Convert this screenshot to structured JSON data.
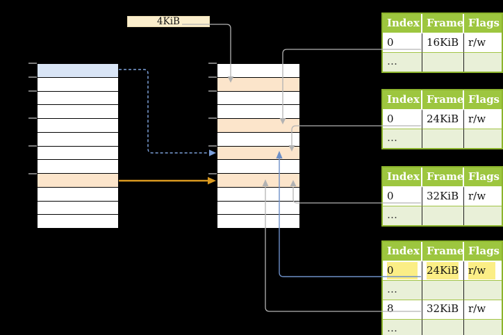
{
  "labels": {
    "page_size": "4KiB"
  },
  "memory_columns": [
    {
      "name": "virtual-memory-column",
      "rows": 12,
      "special_rows": {
        "0": "blue",
        "8": "orange"
      }
    },
    {
      "name": "physical-memory-column",
      "rows": 12,
      "special_rows": {
        "1": "orange",
        "4": "orange",
        "6": "orange",
        "8": "orange"
      }
    }
  ],
  "address_tick_boundaries": [
    0,
    1,
    2,
    4,
    6,
    8
  ],
  "page_tables": [
    {
      "name": "page-table-16k",
      "headers": [
        "Index",
        "Frame",
        "Flags"
      ],
      "rows": [
        {
          "cells": [
            "0",
            "16KiB",
            "r/w"
          ]
        },
        {
          "cells": [
            "…",
            "",
            ""
          ],
          "alt": true
        }
      ]
    },
    {
      "name": "page-table-24k",
      "headers": [
        "Index",
        "Frame",
        "Flags"
      ],
      "rows": [
        {
          "cells": [
            "0",
            "24KiB",
            "r/w"
          ]
        },
        {
          "cells": [
            "…",
            "",
            ""
          ],
          "alt": true
        }
      ]
    },
    {
      "name": "page-table-32k",
      "headers": [
        "Index",
        "Frame",
        "Flags"
      ],
      "rows": [
        {
          "cells": [
            "0",
            "32KiB",
            "r/w"
          ]
        },
        {
          "cells": [
            "…",
            "",
            ""
          ],
          "alt": true
        }
      ]
    },
    {
      "name": "page-table-mixed",
      "headers": [
        "Index",
        "Frame",
        "Flags"
      ],
      "rows": [
        {
          "cells": [
            "0",
            "24KiB",
            "r/w"
          ],
          "highlight": true
        },
        {
          "cells": [
            "…",
            "",
            ""
          ],
          "alt": true
        },
        {
          "cells": [
            "8",
            "32KiB",
            "r/w"
          ]
        },
        {
          "cells": [
            "…",
            "",
            ""
          ],
          "alt": true
        }
      ]
    }
  ],
  "connectors": [
    {
      "name": "arrow-pagesize-to-frame-4k",
      "from": "page-size-label",
      "to": "physical-frame-row-1",
      "color": "#b3b3b3",
      "style": "solid",
      "width": 1.3
    },
    {
      "name": "arrow-table16k-to-frame-16k",
      "from": "page-table-16k-entry-0",
      "to": "physical-frame-row-4",
      "color": "#b3b3b3",
      "style": "solid",
      "width": 1.3
    },
    {
      "name": "arrow-table24k-to-frame-24k",
      "from": "page-table-24k-entry-0",
      "to": "physical-frame-row-6",
      "color": "#b3b3b3",
      "style": "solid",
      "width": 1.3
    },
    {
      "name": "arrow-table32k-to-frame-32k",
      "from": "page-table-32k-entry-0",
      "to": "physical-frame-row-8",
      "color": "#b3b3b3",
      "style": "solid",
      "width": 1.3
    },
    {
      "name": "arrow-mixed0-to-frame-24k",
      "from": "page-table-mixed-entry-0",
      "to": "physical-frame-row-6",
      "color": "#6d8fc7",
      "style": "solid",
      "width": 1.4
    },
    {
      "name": "arrow-mixed8-to-frame-32k",
      "from": "page-table-mixed-entry-8",
      "to": "physical-frame-row-8",
      "color": "#b3b3b3",
      "style": "solid",
      "width": 1.3
    },
    {
      "name": "arrow-vpage0-to-frame-24k",
      "from": "virtual-page-row-0",
      "to": "physical-frame-row-6",
      "color": "#7da1db",
      "style": "dashed",
      "width": 1.5
    },
    {
      "name": "arrow-vpage8-to-frame-32k",
      "from": "virtual-page-row-8",
      "to": "physical-frame-row-8",
      "color": "#db9a20",
      "style": "solid",
      "width": 2.4
    }
  ],
  "colors": {
    "background": "#000000",
    "row_blue": "#d9e5f6",
    "row_orange": "#fce5cb",
    "label_box": "#fbeecc",
    "table_header": "#9dc63f",
    "table_border": "#8cb42c",
    "table_alt_row": "#e9f0d8",
    "table_row_line": "#a2c445",
    "highlight_yellow": "#fbee86",
    "tick_gray": "#7c7c7c",
    "dots_text": "#3a3a3a"
  }
}
